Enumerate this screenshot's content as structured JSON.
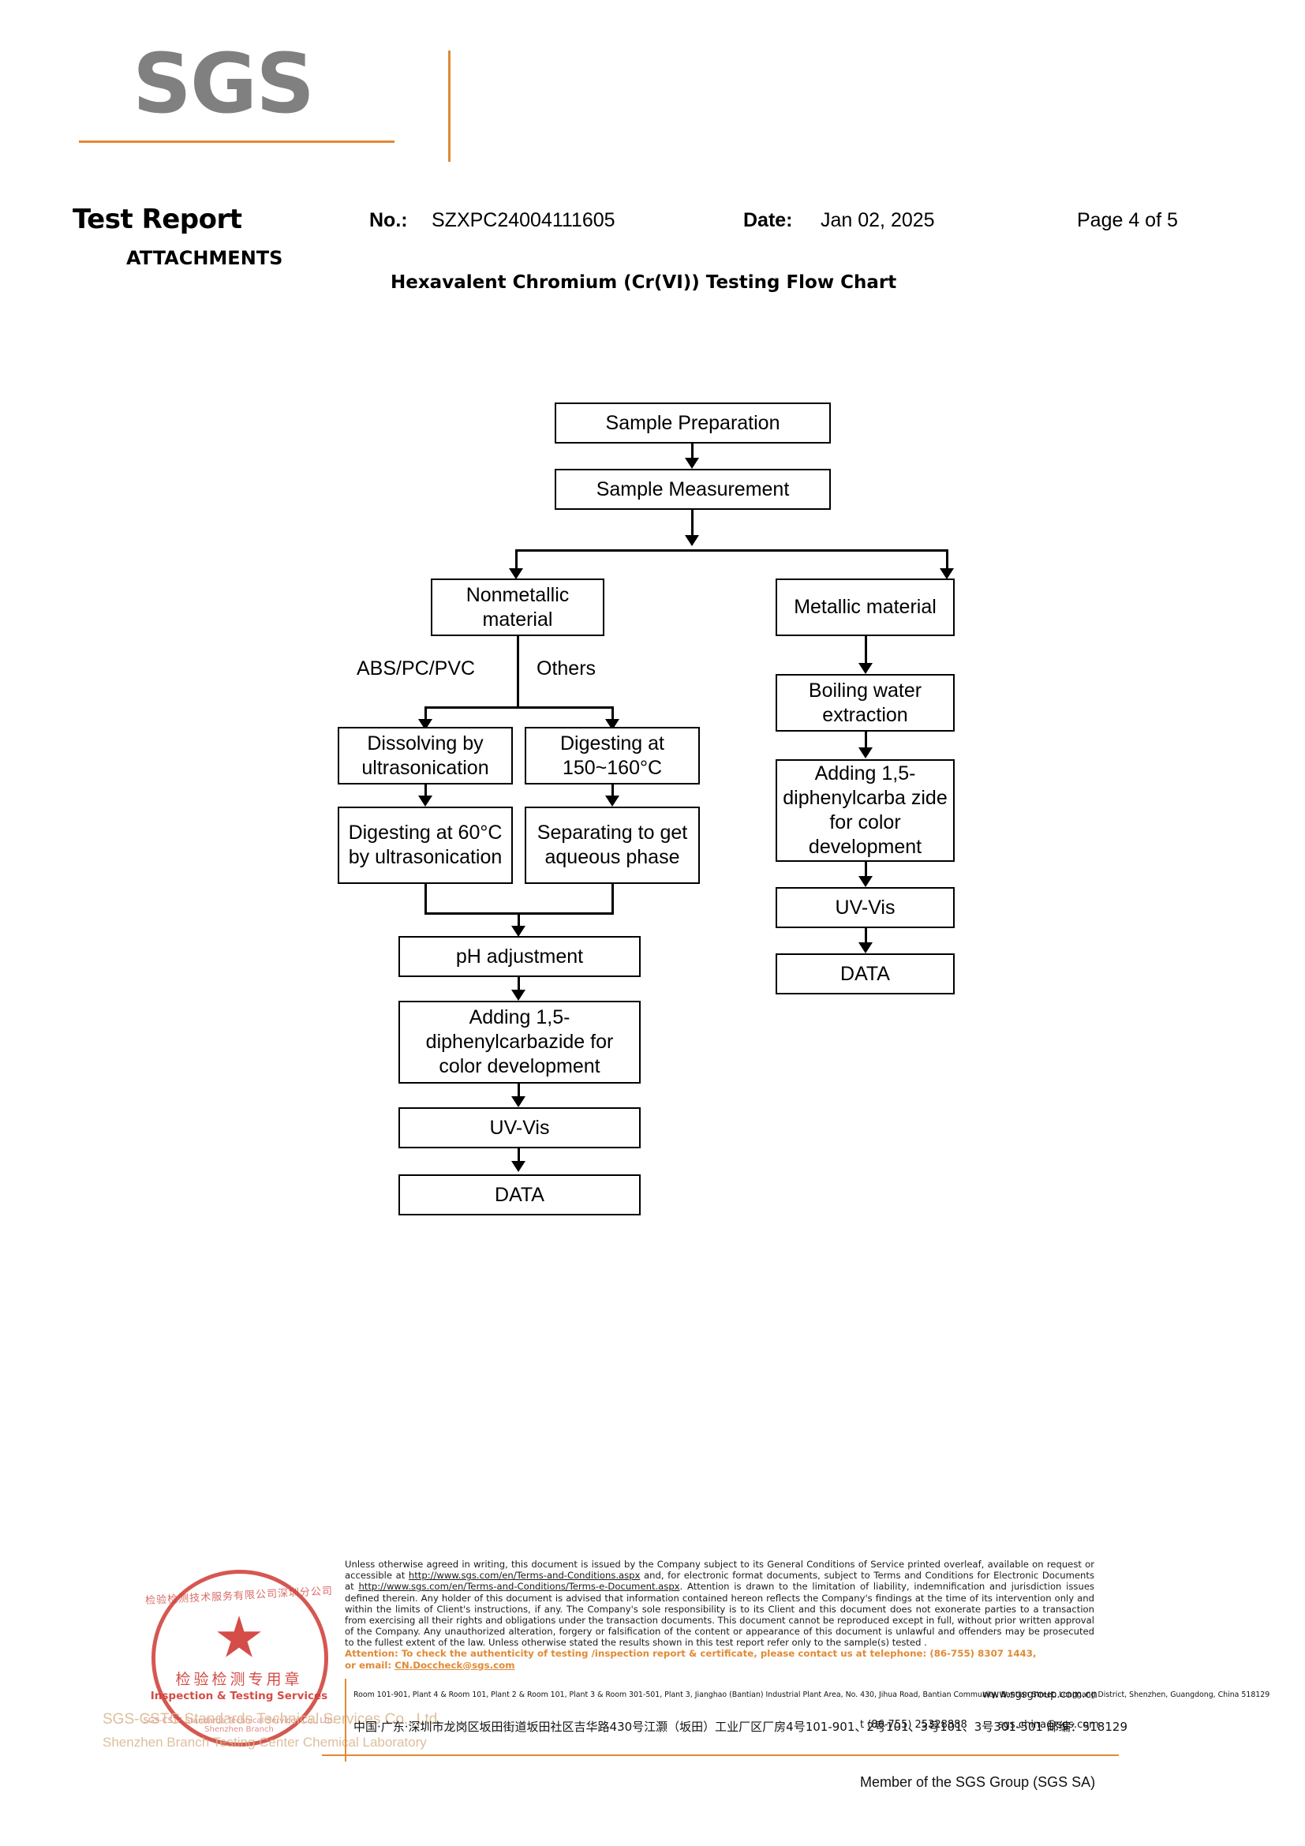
{
  "header": {
    "logo_text": "SGS",
    "title": "Test Report",
    "attachments": "ATTACHMENTS",
    "no_label": "No.:",
    "no_value": "SZXPC24004111605",
    "date_label": "Date:",
    "date_value": "Jan 02, 2025",
    "page": "Page 4 of 5",
    "chart_title": "Hexavalent Chromium (Cr(VI)) Testing Flow Chart",
    "accent_color": "#e08a35",
    "logo_color": "#808080"
  },
  "flowchart": {
    "nodes": {
      "sample_preparation": "Sample Preparation",
      "sample_measurement": "Sample Measurement",
      "nonmetallic_material": "Nonmetallic material",
      "metallic_material": "Metallic material",
      "dissolving_ultrasonication": "Dissolving by ultrasonication",
      "digesting_150_160": "Digesting at 150~160°C",
      "digesting_60_ultrasonication": "Digesting at 60°C by ultrasonication",
      "separating_aqueous": "Separating to get aqueous phase",
      "ph_adjustment": "pH adjustment",
      "adding_dpc_left": "Adding 1,5-diphenylcarbazide for color development",
      "uv_vis_left": "UV-Vis",
      "data_left": "DATA",
      "boiling_water": "Boiling water extraction",
      "adding_dpc_right": "Adding 1,5-diphenylcarba zide for color development",
      "uv_vis_right": "UV-Vis",
      "data_right": "DATA"
    },
    "edge_labels": {
      "abs_pc_pvc": "ABS/PC/PVC",
      "others": "Others"
    }
  },
  "footer": {
    "disclaimer_parts": {
      "p1": "Unless otherwise agreed in writing, this document is issued by the Company subject to its General Conditions of Service printed overleaf, available on request or accessible at ",
      "url1": "http://www.sgs.com/en/Terms-and-Conditions.aspx",
      "p2": " and, for electronic format documents, subject to Terms and Conditions for Electronic Documents at ",
      "url2": "http://www.sgs.com/en/Terms-and-Conditions/Terms-e-Document.aspx",
      "p3": ". Attention is drawn to the limitation of liability, indemnification and jurisdiction issues defined therein. Any holder of this document is advised that information contained hereon reflects the Company's findings at the time of its intervention only and within the limits of Client's instructions, if any. The Company's sole responsibility is to its Client and this document does not exonerate parties to a transaction from exercising all their rights and obligations under the transaction documents. This document cannot be reproduced except in full, without prior written approval of the Company. Any unauthorized alteration, forgery or falsification of the content or appearance of this document is unlawful and offenders may be prosecuted to the fullest extent of the law. Unless otherwise stated the results shown in this test report refer only to the sample(s) tested ."
    },
    "attention_line1": "Attention: To check the authenticity of testing /inspection report & certificate, please contact us at telephone: (86-755) 8307 1443,",
    "attention_line2_prefix": "or email: ",
    "attention_email": "CN.Doccheck@sgs.com",
    "address_en": "Room 101-901, Plant 4 & Room 101, Plant 2 & Room 101, Plant 3 & Room 301-501, Plant 3, Jianghao (Bantian) Industrial Plant Area, No. 430, Jihua Road, Bantian Community, Bantian Street, Longgang District, Shenzhen, Guangdong, China 518129",
    "address_cn": "中国·广东·深圳市龙岗区坂田街道坂田社区吉华路430号江灏（坂田）工业厂区厂房4号101-901、2号101、3号101、3号301-501 邮编：518129",
    "website": "www.sgsgroup.com.cn",
    "telephone": "t (86-755) 25328888",
    "email": "sgs.china@sgs.com",
    "member": "Member of the SGS Group (SGS SA)"
  },
  "stamp": {
    "arc_top": "检验检测技术服务有限公司深圳分公司",
    "center_cn": "检验检测专用章",
    "center_en": "Inspection & Testing Services",
    "arc_bottom": "SGS-CSTC Standards Technical Services Co., Ltd. Shenzhen Branch",
    "watermark_line1": "SGS-CSTC Standards Technical Services Co., Ltd.",
    "watermark_line2": "Shenzhen Branch Testing Center Chemical Laboratory",
    "color": "#cf3a34"
  }
}
